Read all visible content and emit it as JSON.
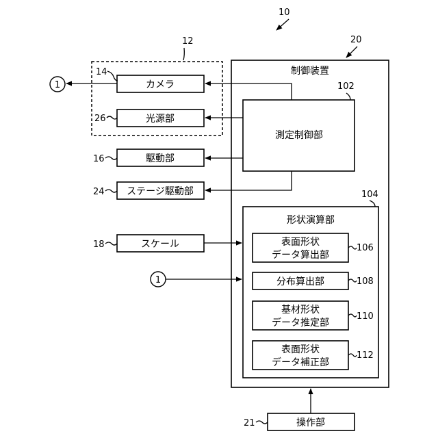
{
  "diagram": {
    "main_ref": "10",
    "group_ref": "12",
    "control_device": {
      "ref": "20",
      "label": "制御装置"
    },
    "camera": {
      "ref": "14",
      "label": "カメラ"
    },
    "light_source": {
      "ref": "26",
      "label": "光源部"
    },
    "drive": {
      "ref": "16",
      "label": "駆動部"
    },
    "stage_drive": {
      "ref": "24",
      "label": "ステージ駆動部"
    },
    "scale": {
      "ref": "18",
      "label": "スケール"
    },
    "operation": {
      "ref": "21",
      "label": "操作部"
    },
    "measurement_control": {
      "ref": "102",
      "label": "測定制御部"
    },
    "shape_calc": {
      "ref": "104",
      "label": "形状演算部",
      "items": [
        {
          "ref": "106",
          "line1": "表面形状",
          "line2": "データ算出部"
        },
        {
          "ref": "108",
          "line1": "分布算出部",
          "line2": ""
        },
        {
          "ref": "110",
          "line1": "基材形状",
          "line2": "データ推定部"
        },
        {
          "ref": "112",
          "line1": "表面形状",
          "line2": "データ補正部"
        }
      ]
    },
    "connector": "1"
  }
}
